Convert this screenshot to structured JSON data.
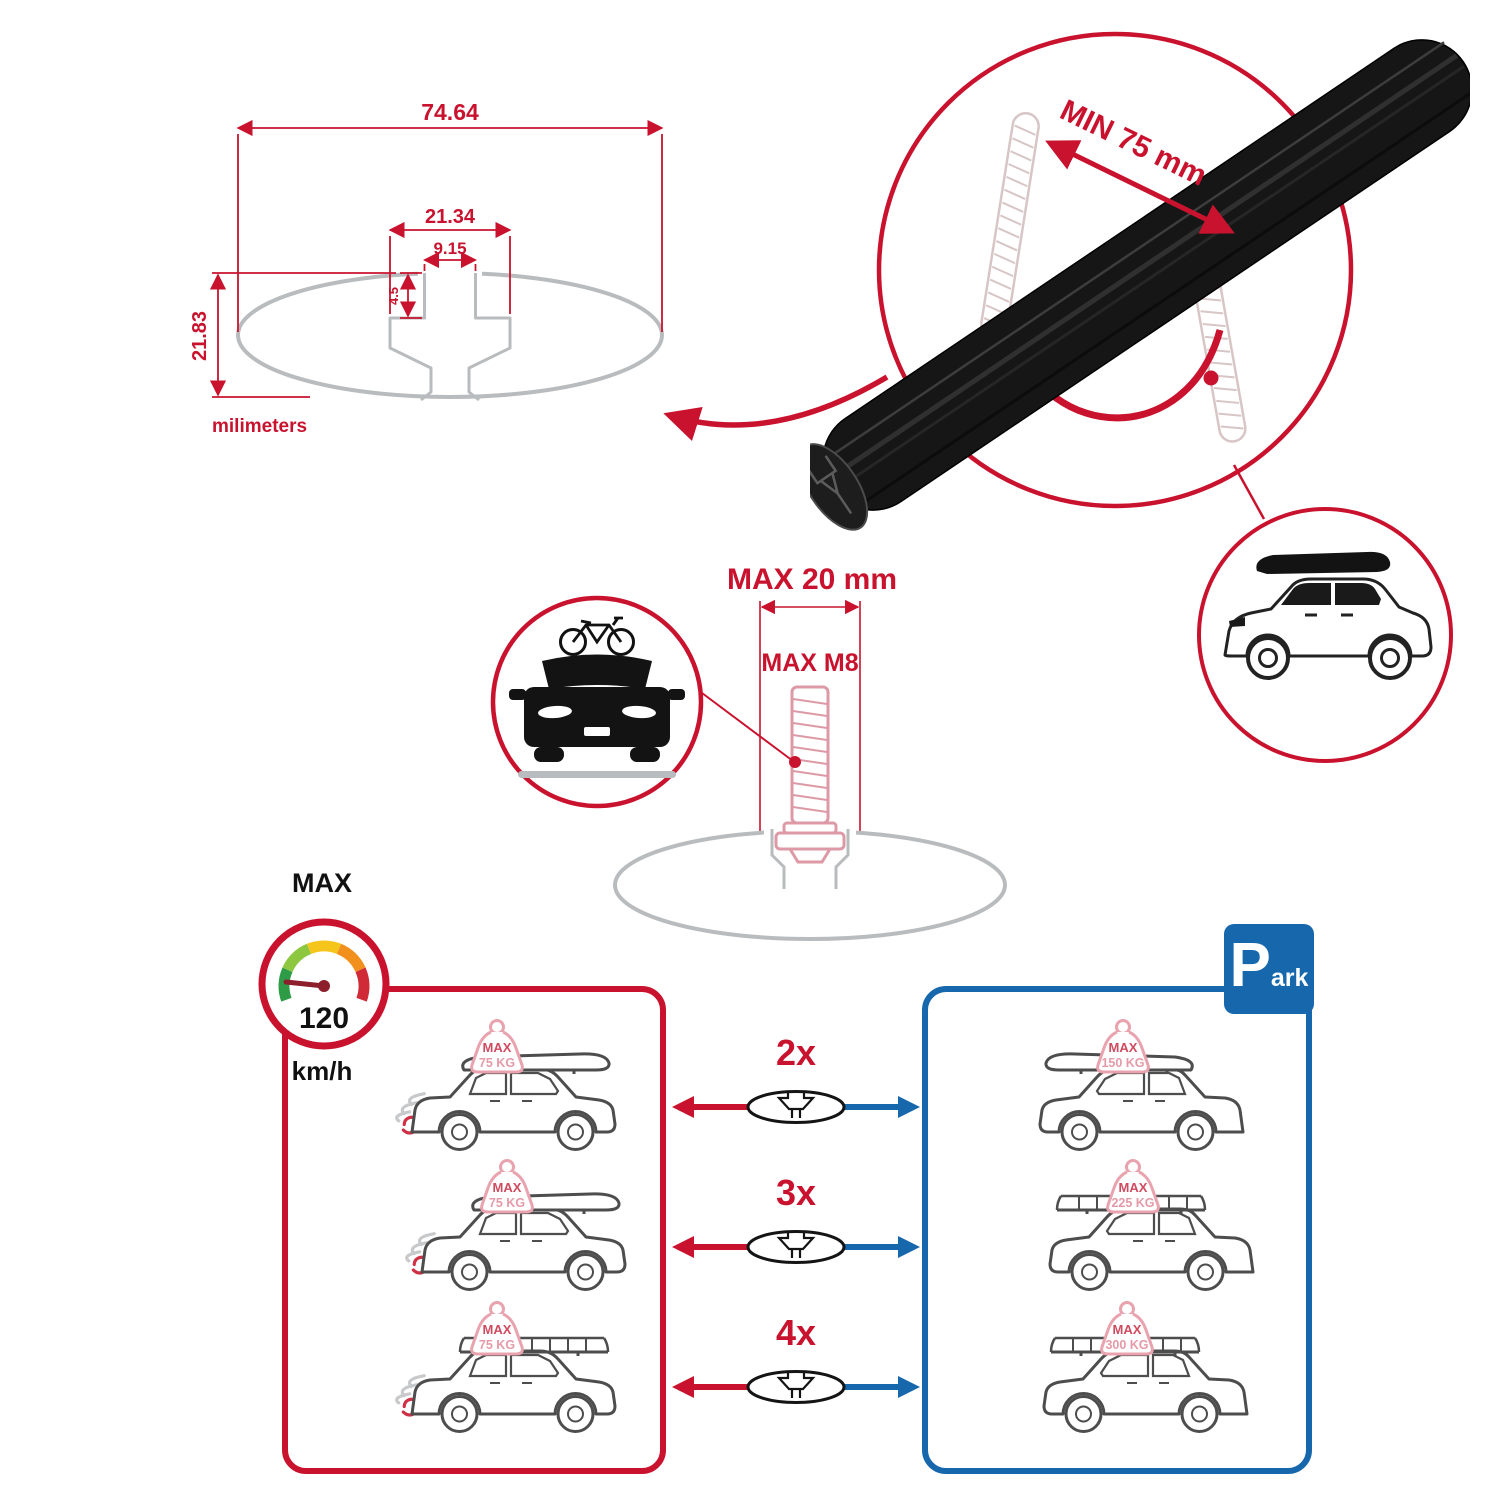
{
  "colors": {
    "accent_red": "#c9132e",
    "accent_blue": "#1767ad",
    "faint_red": "#e8a3ae",
    "outline_gray": "#b9bcbe",
    "bar_black": "#161616"
  },
  "profile_dimensions": {
    "total_width": "74.64",
    "channel_width": "21.34",
    "slot_width": "9.15",
    "lip_depth": "4.5",
    "total_height": "21.83",
    "unit": "milimeters"
  },
  "crossbar": {
    "min_length": "MIN 75 mm"
  },
  "bolt": {
    "max_width": "MAX 20 mm",
    "max_thread": "MAX M8"
  },
  "speed_limit": {
    "label": "MAX",
    "value": "120",
    "unit": "km/h"
  },
  "parking": {
    "letter": "P",
    "rest": "ark"
  },
  "driving_loads": [
    {
      "label": "MAX",
      "value": "75 KG"
    },
    {
      "label": "MAX",
      "value": "75 KG"
    },
    {
      "label": "MAX",
      "value": "75 KG"
    }
  ],
  "bar_counts": [
    "2x",
    "3x",
    "4x"
  ],
  "parked_loads": [
    {
      "label": "MAX",
      "value": "150 KG"
    },
    {
      "label": "MAX",
      "value": "225 KG"
    },
    {
      "label": "MAX",
      "value": "300 KG"
    }
  ]
}
